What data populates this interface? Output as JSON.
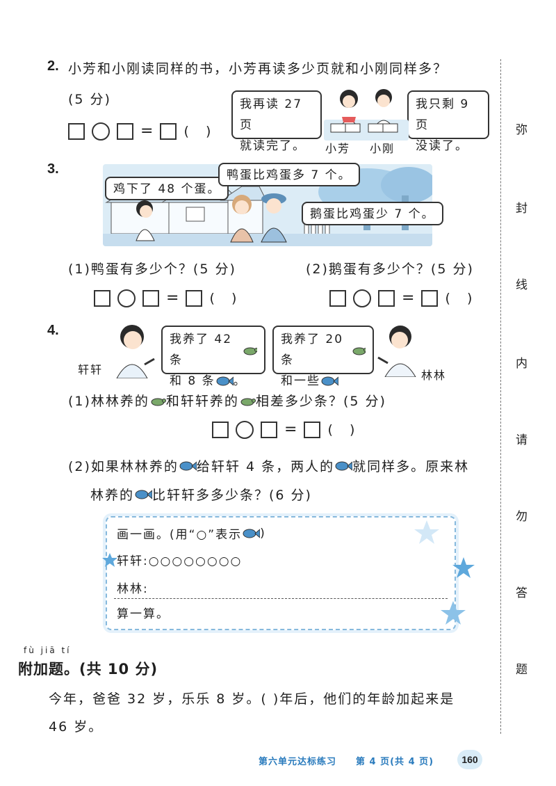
{
  "q2": {
    "num": "2.",
    "text": "小芳和小刚读同样的书，小芳再读多少页就和小刚同样多？",
    "score": "(5 分)",
    "bubble_left": [
      "我再读 27 页",
      "就读完了。"
    ],
    "bubble_right": [
      "我只剩 9 页",
      "没读了。"
    ],
    "name_left": "小芳",
    "name_right": "小刚",
    "paren": "(    )"
  },
  "q3": {
    "num": "3.",
    "bubble_a": "鸡下了 48 个蛋。",
    "bubble_b": "鸭蛋比鸡蛋多 7 个。",
    "bubble_c": "鹅蛋比鸡蛋少 7 个。",
    "sub1": "(1)鸭蛋有多少个？(5 分)",
    "sub2": "(2)鹅蛋有多少个？(5 分)",
    "paren": "(    )"
  },
  "q4": {
    "num": "4.",
    "bubble_left_l1": "我养了 42 条",
    "bubble_left_l2a": "和 8 条",
    "bubble_left_l2b": "。",
    "bubble_right_l1": "我养了 20 条",
    "bubble_right_l2": "和一些",
    "name_left": "轩轩",
    "name_right": "林林",
    "sub1_a": "(1)林林养的",
    "sub1_b": "和轩轩养的",
    "sub1_c": "相差多少条？(5 分)",
    "sub2_l1a": "(2)如果林林养的",
    "sub2_l1b": "给轩轩 4 条，两人的",
    "sub2_l1c": "就同样多。原来林",
    "sub2_l2a": "林养的",
    "sub2_l2b": "比轩轩多多少条？(6 分)",
    "paren": "(    )",
    "draw_title_a": "画一画。(用“○”表示",
    "draw_title_b": ")",
    "row_xuan": "轩轩:○○○○○○○○",
    "row_lin": "林林:",
    "calc": "算一算。"
  },
  "bonus": {
    "pinyin": "fù jiā tí",
    "title": "附加题。(共 10 分)",
    "line1": "今年，爸爸 32 岁，乐乐 8 岁。(     )年后，他们的年龄加起来是",
    "line2": "46 岁。"
  },
  "side_chars": [
    "弥",
    "封",
    "线",
    "内",
    "请",
    "勿",
    "答",
    "题"
  ],
  "footer": {
    "unit": "第六单元达标练习",
    "page": "第 4 页(共 4 页)",
    "page_no": "160"
  },
  "colors": {
    "accent_blue": "#2a7bbd",
    "light_blue": "#d9ecf7",
    "fish_blue": "#4a90c8",
    "turtle_green": "#7aa86a"
  }
}
